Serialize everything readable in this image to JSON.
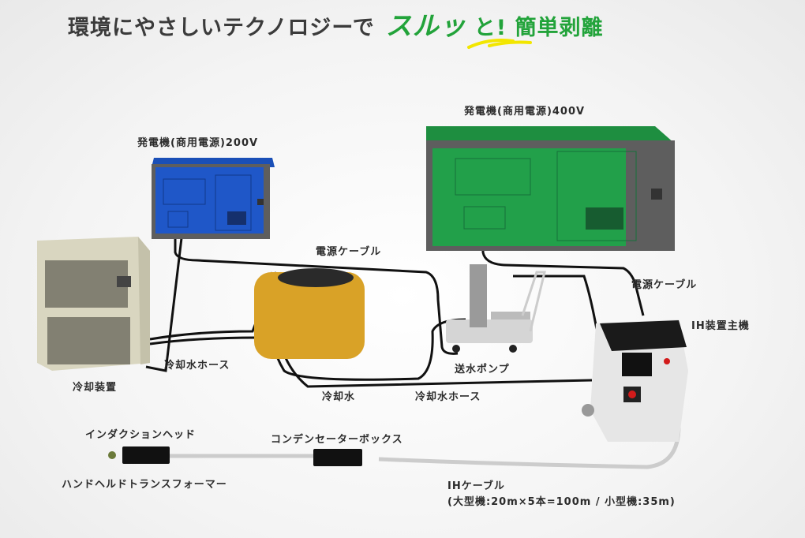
{
  "headline": {
    "prefix": "環境にやさしいテクノロジーで",
    "emphasis": "スルッ",
    "suffix": "と! 簡単剥離",
    "accent_color": "#22a33a",
    "underline_color": "#f2e600"
  },
  "labels": {
    "generator_200v": "発電機(商用電源)200V",
    "generator_400v": "発電機(商用電源)400V",
    "power_cable_1": "電源ケーブル",
    "power_cable_2": "電源ケーブル",
    "ih_main_unit": "IH装置主機",
    "cooling_unit": "冷却装置",
    "cooling_hose_1": "冷却水ホース",
    "cooling_hose_2": "冷却水ホース",
    "cooling_water": "冷却水",
    "water_pump": "送水ポンプ",
    "induction_head": "インダクションヘッド",
    "handheld_transformer": "ハンドヘルドトランスフォーマー",
    "condenser_box": "コンデンセーターボックス",
    "ih_cable_title": "IHケーブル",
    "ih_cable_spec": "(大型機:20m×5本=100m / 小型機:35m)"
  },
  "colors": {
    "generator_200v": "#1f57c8",
    "generator_400v": "#22a04a",
    "generator_frame": "#5e5e5e",
    "cooling_unit": "#d9d6c0",
    "water_tank": "#d9a227",
    "cable": "#111111"
  }
}
